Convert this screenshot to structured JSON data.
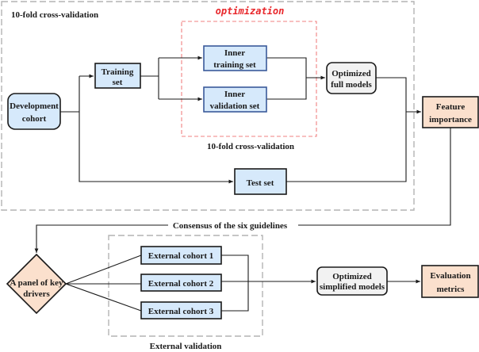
{
  "diagram": {
    "outer_group_label": "10-fold cross-validation",
    "optimization_label": "optimization",
    "inner_cv_label": "10-fold cross-validation",
    "external_group_label": "External validation",
    "consensus_label": "Consensus of the six guidelines",
    "nodes": {
      "development_cohort": [
        "Development",
        "cohort"
      ],
      "training_set": [
        "Training",
        "set"
      ],
      "inner_training_set": [
        "Inner",
        "training set"
      ],
      "inner_validation_set": [
        "Inner",
        "validation set"
      ],
      "optimized_full_models": [
        "Optimized",
        "full models"
      ],
      "feature_importance": [
        "Feature",
        "importance"
      ],
      "test_set": "Test set",
      "key_drivers": [
        "A panel of key",
        "drivers"
      ],
      "external_cohort_1": "External cohort 1",
      "external_cohort_2": "External cohort 2",
      "external_cohort_3": "External cohort 3",
      "optimized_simplified_models": [
        "Optimized",
        "simplified models"
      ],
      "evaluation_metrics": [
        "Evaluation",
        "metrics"
      ]
    },
    "colors": {
      "blue_fill": "#d6e9fb",
      "peach_fill": "#fbe0cd",
      "gray_fill": "#f2f2f2",
      "optimization_red": "#e8262a",
      "dashed_gray": "#b3b3b3",
      "dashed_red": "#f08080"
    }
  }
}
